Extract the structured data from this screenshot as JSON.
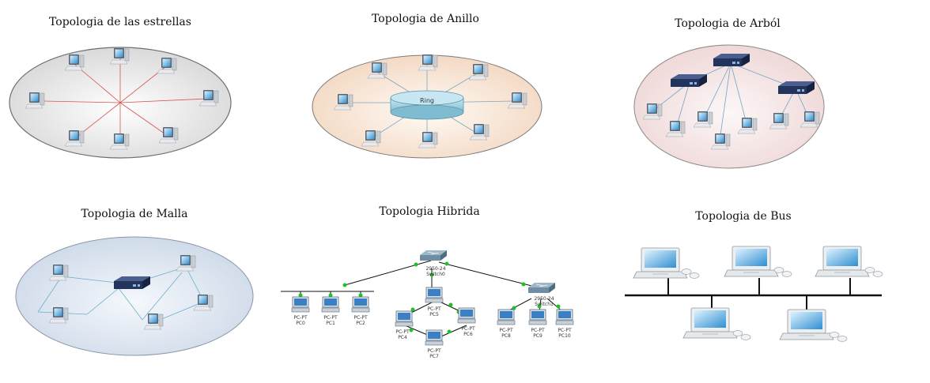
{
  "titles": {
    "star": "Topologia de las estrellas",
    "ring": "Topologia de Anillo",
    "tree": "Topologia de Arból",
    "mesh": "Topologia de Malla",
    "hybrid": "Topologia Hibrida",
    "bus": "Topologia de Bus"
  },
  "ring_label": "Ring",
  "hybrid_labels": {
    "switch0": "2950-24",
    "switch0_name": "Switch0",
    "switch1": "2950-24",
    "switch1_name": "Switch1",
    "pc_a1": "PC-PT",
    "pc_a1_name": "PC0",
    "pc_a2": "PC-PT",
    "pc_a2_name": "PC1",
    "pc_a3": "PC-PT",
    "pc_a3_name": "PC2",
    "pc5": "PC-PT",
    "pc5_name": "PC5",
    "pc4": "PC-PT",
    "pc4_name": "PC4",
    "pc6": "PC-PT",
    "pc6_name": "PC6",
    "pc7": "PC-PT",
    "pc7_name": "PC7",
    "pc8": "PC-PT",
    "pc8_name": "PC8",
    "pc9": "PC-PT",
    "pc9_name": "PC9",
    "pc10": "PC-PT",
    "pc10_name": "PC10"
  },
  "colors": {
    "star_bg": "#e9e9e9",
    "ring_bg": "#f8e6d8",
    "tree_bg": "#f4e3e3",
    "mesh_bg": "#dfe6f0",
    "star_line": "#d9534f",
    "ring_core": "#a8d8e8",
    "device_blue": "#2c3e6b",
    "link_green": "#21c02b"
  }
}
